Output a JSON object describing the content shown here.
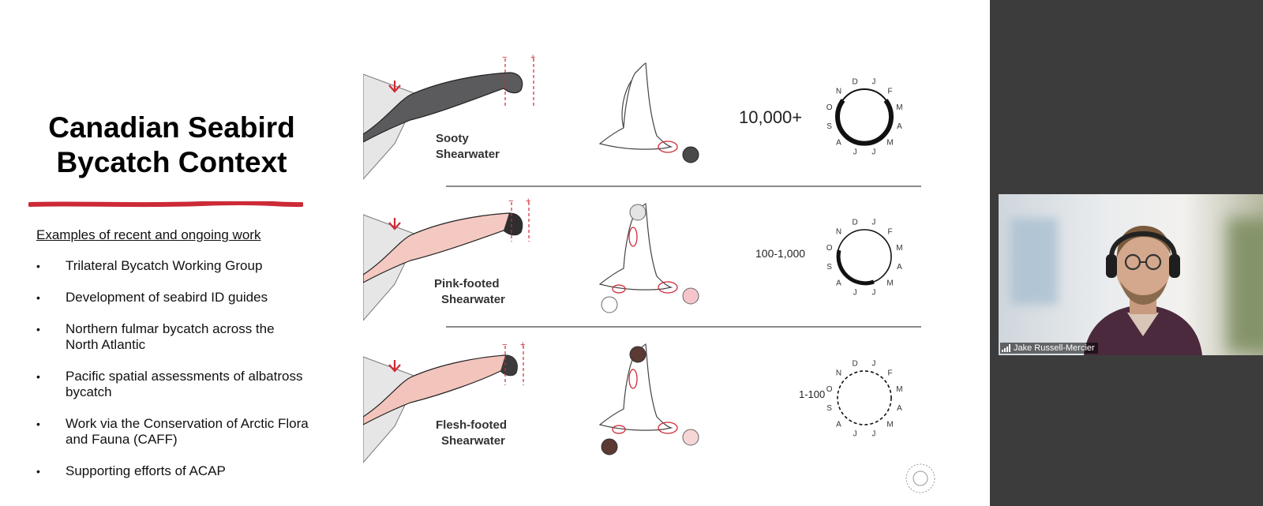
{
  "slide": {
    "title": "Canadian Seabird Bycatch Context",
    "subheading": "Examples of recent and ongoing work",
    "bullets": [
      "Trilateral Bycatch Working Group",
      "Development of seabird ID guides",
      "Northern fulmar bycatch across the North Atlantic",
      "Pacific spatial assessments of albatross bycatch",
      "Work via the Conservation of Arctic Flora and Fauna (CAFF)",
      "Supporting efforts of ACAP"
    ]
  },
  "figure": {
    "species": [
      {
        "name_line1": "Sooty",
        "name_line2": "Shearwater",
        "count": "10,000+"
      },
      {
        "name_line1": "Pink-footed",
        "name_line2": "Shearwater",
        "count": "100-1,000"
      },
      {
        "name_line1": "Flesh-footed",
        "name_line2": "Shearwater",
        "count": "1-100"
      }
    ],
    "months": [
      "J",
      "F",
      "M",
      "A",
      "M",
      "J",
      "J",
      "A",
      "S",
      "O",
      "N",
      "D"
    ],
    "minus": "−",
    "plus": "+"
  },
  "video": {
    "participant_name": "Jake Russell-Mercier"
  },
  "colors": {
    "accent_red": "#cc2a36",
    "bill_dark": "#5b5b5d",
    "bill_pink": "#f4c9c2",
    "panel_bg": "#3c3c3c"
  }
}
